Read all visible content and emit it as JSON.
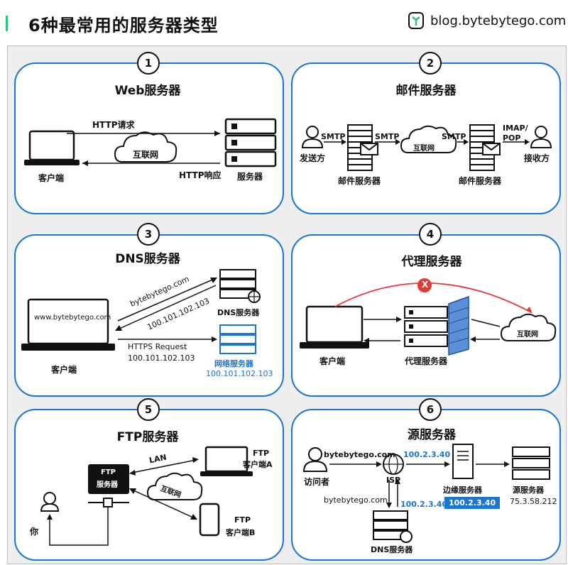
{
  "header": {
    "title": "6种最常用的服务器类型",
    "blog": "blog.bytebytego.com"
  },
  "panels": {
    "web": {
      "num": "1",
      "title": "Web服务器",
      "request": "HTTP请求",
      "internet": "互联网",
      "response": "HTTP响应",
      "client": "客户端",
      "server": "服务器"
    },
    "mail": {
      "num": "2",
      "title": "邮件服务器",
      "smtp1": "SMTP",
      "smtp2": "SMTP",
      "smtp3": "SMTP",
      "imap": "IMAP/",
      "pop": "POP",
      "internet": "互联网",
      "sender": "发送方",
      "receiver": "接收方",
      "server1": "邮件服务器",
      "server2": "邮件服务器"
    },
    "dns": {
      "num": "3",
      "title": "DNS服务器",
      "url": "www.bytebytego.com",
      "query": "bytebytego.com",
      "answer": "100.101.102.103",
      "dns_server": "DNS服务器",
      "https": "HTTPS Request",
      "https_ip": "100.101.102.103",
      "web_server": "网络服务器",
      "web_ip": "100.101.102.103",
      "client": "客户端"
    },
    "proxy": {
      "num": "4",
      "title": "代理服务器",
      "blocked": "X",
      "internet": "互联网",
      "client": "客户端",
      "proxy": "代理服务器"
    },
    "ftp": {
      "num": "5",
      "title": "FTP服务器",
      "server_l1": "FTP",
      "server_l2": "服务器",
      "lan": "LAN",
      "internet": "互联网",
      "ftp_a1": "FTP",
      "ftp_a2": "客户端A",
      "ftp_b1": "FTP",
      "ftp_b2": "客户端B",
      "you": "你"
    },
    "origin": {
      "num": "6",
      "title": "源服务器",
      "query": "bytebytego.com",
      "ip1": "100.2.3.40",
      "isp": "ISP",
      "edge": "边缘服务器",
      "edge_ip": "100.2.3.40",
      "origin": "源服务器",
      "origin_ip": "75.3.58.212",
      "query2": "bytebytego.com",
      "ip2": "100.2.3.40",
      "dns": "DNS服务器",
      "visitor": "访问者"
    }
  },
  "colors": {
    "accent": "#1976d2",
    "green": "#2ec27e",
    "red": "#e53935"
  }
}
